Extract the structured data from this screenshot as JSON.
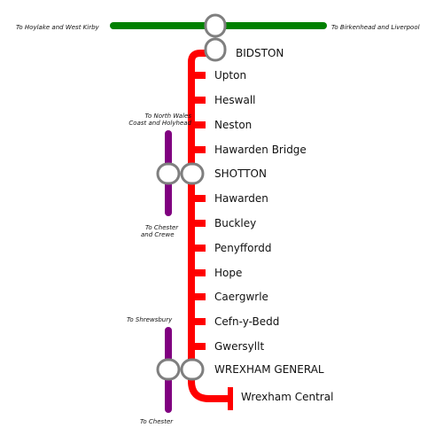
{
  "colors": {
    "main_line": "#ff0000",
    "wirral_line": "#008000",
    "connecting_lines": "#800080",
    "interchange_fill": "#ffffff",
    "interchange_stroke": "#7f7f7f"
  },
  "notes": {
    "west_kirby": "To Hoylake and West Kirby",
    "liverpool": "To Birkenhead and Liverpool",
    "north_wales_1": "To North Wales",
    "north_wales_2": "Coast and Holyhead",
    "chester_crewe_1": "To Chester",
    "chester_crewe_2": "and Crewe",
    "shrewsbury": "To Shrewsbury",
    "chester": "To Chester"
  },
  "stations": [
    {
      "name": "BIDSTON",
      "type": "interchange"
    },
    {
      "name": "Upton",
      "type": "stop"
    },
    {
      "name": "Heswall",
      "type": "stop"
    },
    {
      "name": "Neston",
      "type": "stop"
    },
    {
      "name": "Hawarden Bridge",
      "type": "stop"
    },
    {
      "name": "SHOTTON",
      "type": "interchange"
    },
    {
      "name": "Hawarden",
      "type": "stop"
    },
    {
      "name": "Buckley",
      "type": "stop"
    },
    {
      "name": "Penyffordd",
      "type": "stop"
    },
    {
      "name": "Hope",
      "type": "stop"
    },
    {
      "name": "Caergwrle",
      "type": "stop"
    },
    {
      "name": "Cefn-y-Bedd",
      "type": "stop"
    },
    {
      "name": "Gwersyllt",
      "type": "stop"
    },
    {
      "name": "WREXHAM GENERAL",
      "type": "interchange"
    },
    {
      "name": "Wrexham Central",
      "type": "terminus"
    }
  ]
}
